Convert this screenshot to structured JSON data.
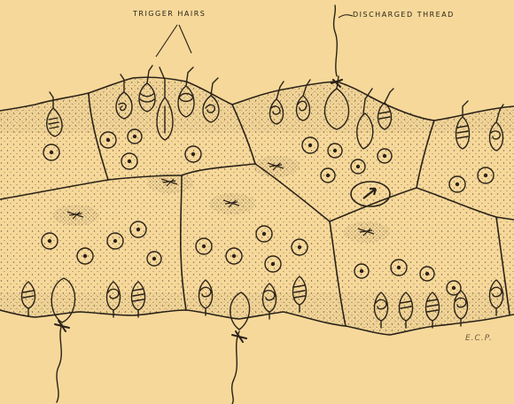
{
  "labels": {
    "trigger_hairs": "TRIGGER HAIRS",
    "discharged_thread": "DISCHARGED THREAD",
    "signature": "E.C.P."
  },
  "colors": {
    "background": "#f6d89a",
    "ink": "#2a2218",
    "stipple": "#5a4a30"
  }
}
